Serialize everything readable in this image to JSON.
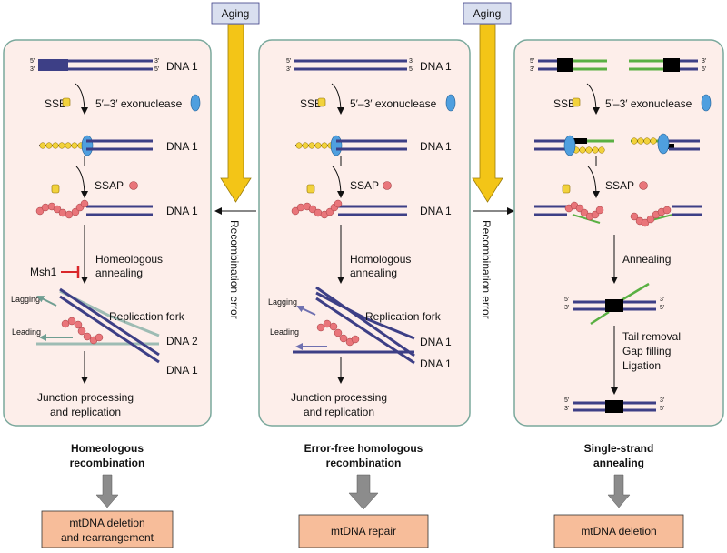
{
  "top": {
    "aging_left": "Aging",
    "aging_right": "Aging"
  },
  "side": {
    "rec_error_1": "Recombination error",
    "rec_error_2": "Recombination error"
  },
  "panel1": {
    "ends": [
      "5′",
      "3′",
      "3′",
      "5′"
    ],
    "dna1": "DNA 1",
    "ssb": "SSB",
    "exo": "5′–3′ exonuclease",
    "dna1_b": "DNA 1",
    "ssap": "SSAP",
    "dna1_c": "DNA 1",
    "msh1": "Msh1",
    "annealing_1": "Homeologous",
    "annealing_2": "annealing",
    "lagging": "Lagging",
    "leading": "Leading",
    "fork": "Replication fork",
    "dna2": "DNA 2",
    "dna1_d": "DNA 1",
    "junction_1": "Junction processing",
    "junction_2": "and replication",
    "caption_1": "Homeologous",
    "caption_2": "recombination",
    "outcome_1": "mtDNA deletion",
    "outcome_2": "and rearrangement"
  },
  "panel2": {
    "ends": [
      "5′",
      "3′",
      "3′",
      "5′"
    ],
    "dna1": "DNA 1",
    "ssb": "SSB",
    "exo": "5′–3′ exonuclease",
    "dna1_b": "DNA 1",
    "ssap": "SSAP",
    "dna1_c": "DNA 1",
    "annealing_1": "Homologous",
    "annealing_2": "annealing",
    "lagging": "Lagging",
    "leading": "Leading",
    "fork": "Replication fork",
    "dna1_d": "DNA 1",
    "dna1_e": "DNA 1",
    "junction_1": "Junction processing",
    "junction_2": "and replication",
    "caption_1": "Error-free homologous",
    "caption_2": "recombination",
    "outcome": "mtDNA repair"
  },
  "panel3": {
    "ends_left": [
      "5′",
      "3′"
    ],
    "ends_right": [
      "3′",
      "5′"
    ],
    "ssb": "SSB",
    "exo": "5′–3′ exonuclease",
    "ssap": "SSAP",
    "annealing": "Annealing",
    "step_1": "Tail removal",
    "step_2": "Gap filling",
    "step_3": "Ligation",
    "caption_1": "Single-strand",
    "caption_2": "annealing",
    "outcome": "mtDNA deletion"
  },
  "colors": {
    "panel_fill": "#fdeeea",
    "panel_stroke": "#7aa89c",
    "dna": "#3d3f86",
    "dna2": "#9ebcb4",
    "green": "#5ab043",
    "ssap": "#e9757a",
    "exo": "#4f9fdf",
    "ssb": "#f2d23c",
    "aging_arrow": "#f3c517",
    "aging_box": "#d9dfef",
    "outcome_box": "#f7bd9a",
    "msh1": "#d9262a",
    "gray_arrow": "#8c8c8c"
  }
}
